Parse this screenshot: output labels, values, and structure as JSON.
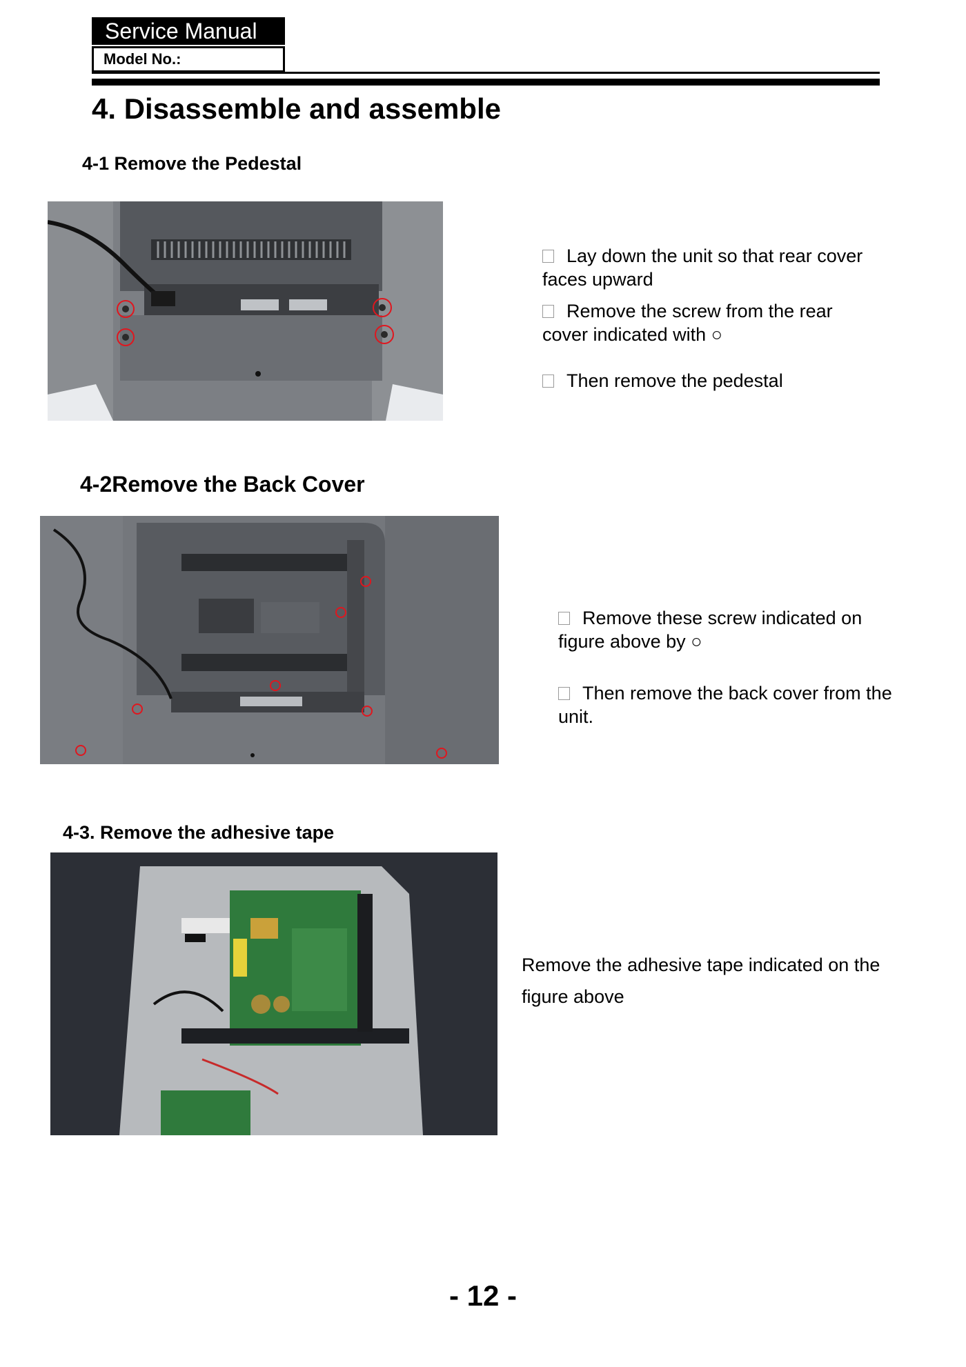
{
  "header": {
    "title": "Service Manual",
    "model_label": "Model No.:"
  },
  "chapter_title": "4. Disassemble and assemble",
  "sections": [
    {
      "heading": "4-1 Remove the Pedestal",
      "steps": [
        "Lay down the unit so that rear cover faces upward",
        "Remove the screw from the rear cover indicated with ○",
        "Then remove the pedestal"
      ]
    },
    {
      "heading": "4-2Remove the Back Cover",
      "steps": [
        "Remove these screw indicated on figure above by ○",
        "Then remove the back cover from the unit."
      ]
    },
    {
      "heading": "4-3. Remove the adhesive tape",
      "steps": [
        "Remove the adhesive tape indicated on the figure above"
      ]
    }
  ],
  "page_number": "- 12 -",
  "colors": {
    "marker_red": "#e0161e",
    "tv_gray": "#6d6f73",
    "board_green": "#2f7a3c"
  }
}
